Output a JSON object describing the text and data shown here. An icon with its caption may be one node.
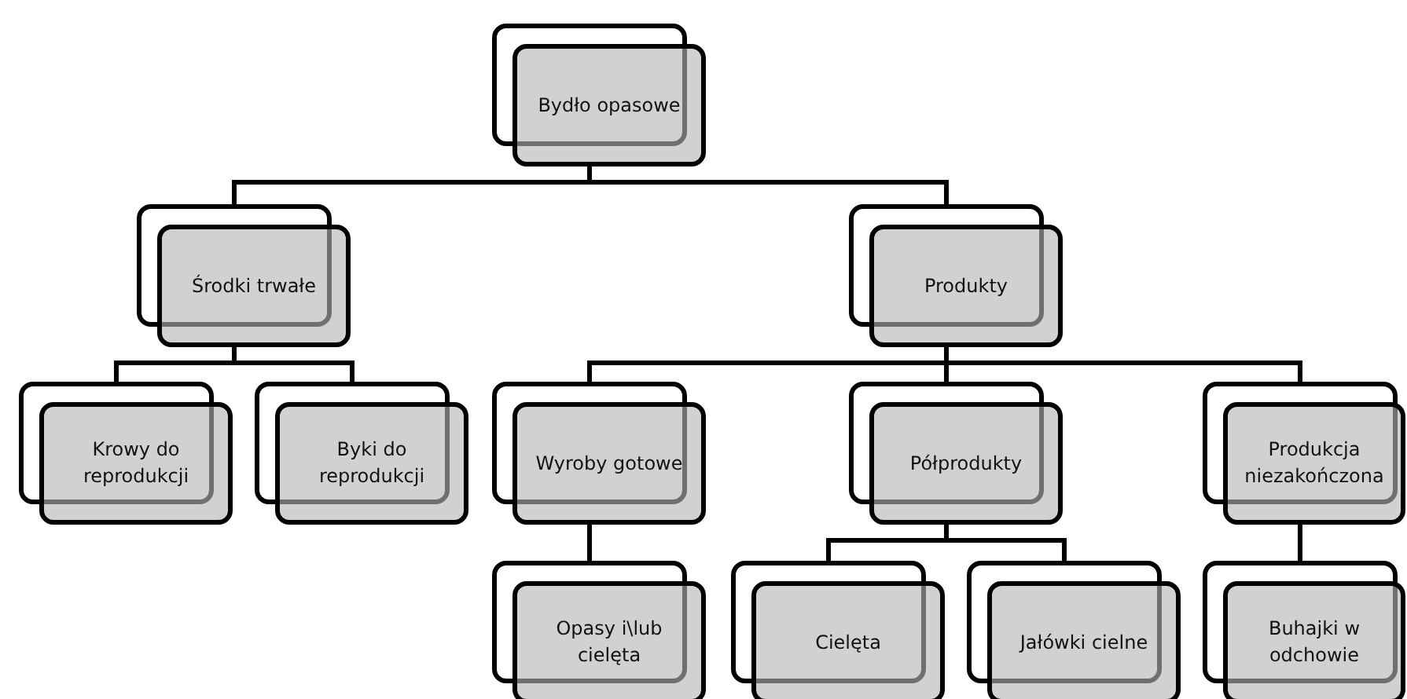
{
  "diagram": {
    "nodes": [
      {
        "text": [
          "Bydło opasowe"
        ]
      },
      {
        "text": [
          "Środki trwałe"
        ]
      },
      {
        "text": [
          "Produkty"
        ]
      },
      {
        "text": [
          "Krowy do reprodukcji"
        ]
      },
      {
        "text": [
          "Byki do reprodukcji"
        ]
      },
      {
        "text": [
          "Wyroby gotowe"
        ]
      },
      {
        "text": [
          "Półprodukty"
        ]
      },
      {
        "text": [
          "Produkcja niezakończona"
        ]
      },
      {
        "text": [
          "Opasy i\\lub cielęta"
        ]
      },
      {
        "text": [
          "Cielęta"
        ]
      },
      {
        "text": [
          "Jałówki cielne"
        ]
      },
      {
        "text": [
          "Buhajki w odchowie"
        ]
      }
    ],
    "edges": [
      {
        "from": 0,
        "to": 1,
        "arrow": "none"
      },
      {
        "from": 0,
        "to": 2,
        "arrow": "none"
      },
      {
        "from": 1,
        "to": 3,
        "arrow": "none"
      },
      {
        "from": 1,
        "to": 4,
        "arrow": "none"
      },
      {
        "from": 2,
        "to": 5,
        "arrow": "none"
      },
      {
        "from": 2,
        "to": 6,
        "arrow": "none"
      },
      {
        "from": 2,
        "to": 7,
        "arrow": "none"
      },
      {
        "from": 5,
        "to": 8,
        "arrow": "none"
      },
      {
        "from": 6,
        "to": 9,
        "arrow": "none"
      },
      {
        "from": 6,
        "to": 10,
        "arrow": "none"
      },
      {
        "from": 7,
        "to": 11,
        "arrow": "none"
      }
    ]
  }
}
